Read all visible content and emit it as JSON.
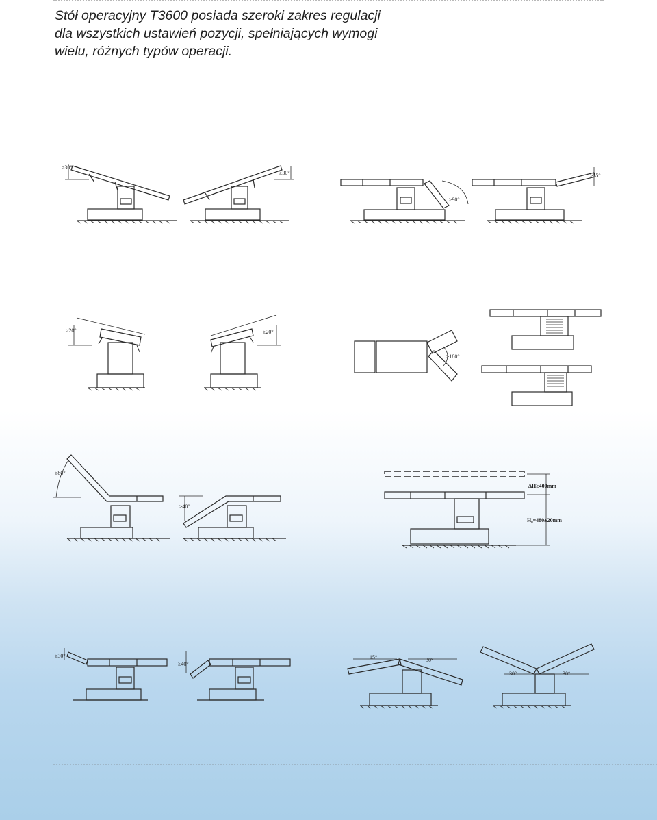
{
  "intro": {
    "lines": [
      "Stół operacyjny T3600 posiada szeroki zakres regulacji",
      "dla wszystkich ustawień pozycji, spełniających wymogi",
      "wielu, różnych typów operacji."
    ]
  },
  "diagrams": {
    "trend_head_up_angle": "≥30°",
    "trend_head_down_angle": "≥30°",
    "leg_down_angle": "≥90°",
    "leg_up_angle": "≥25°",
    "lateral_left_angle": "≥20°",
    "lateral_right_angle": "≥20°",
    "leg_split_angle": "≥180°",
    "back_up_angle": "≥80°",
    "back_down_angle": "≥40°",
    "lift_stroke": "ΔH≥400mm",
    "min_height": "H₀=480±20mm",
    "head_up_angle": "≥30°",
    "head_down_angle": "≥40°",
    "flex_left_angle": "15°",
    "flex_right_angle": "30°",
    "reflex_left_angle": "30°",
    "reflex_right_angle": "30°"
  }
}
